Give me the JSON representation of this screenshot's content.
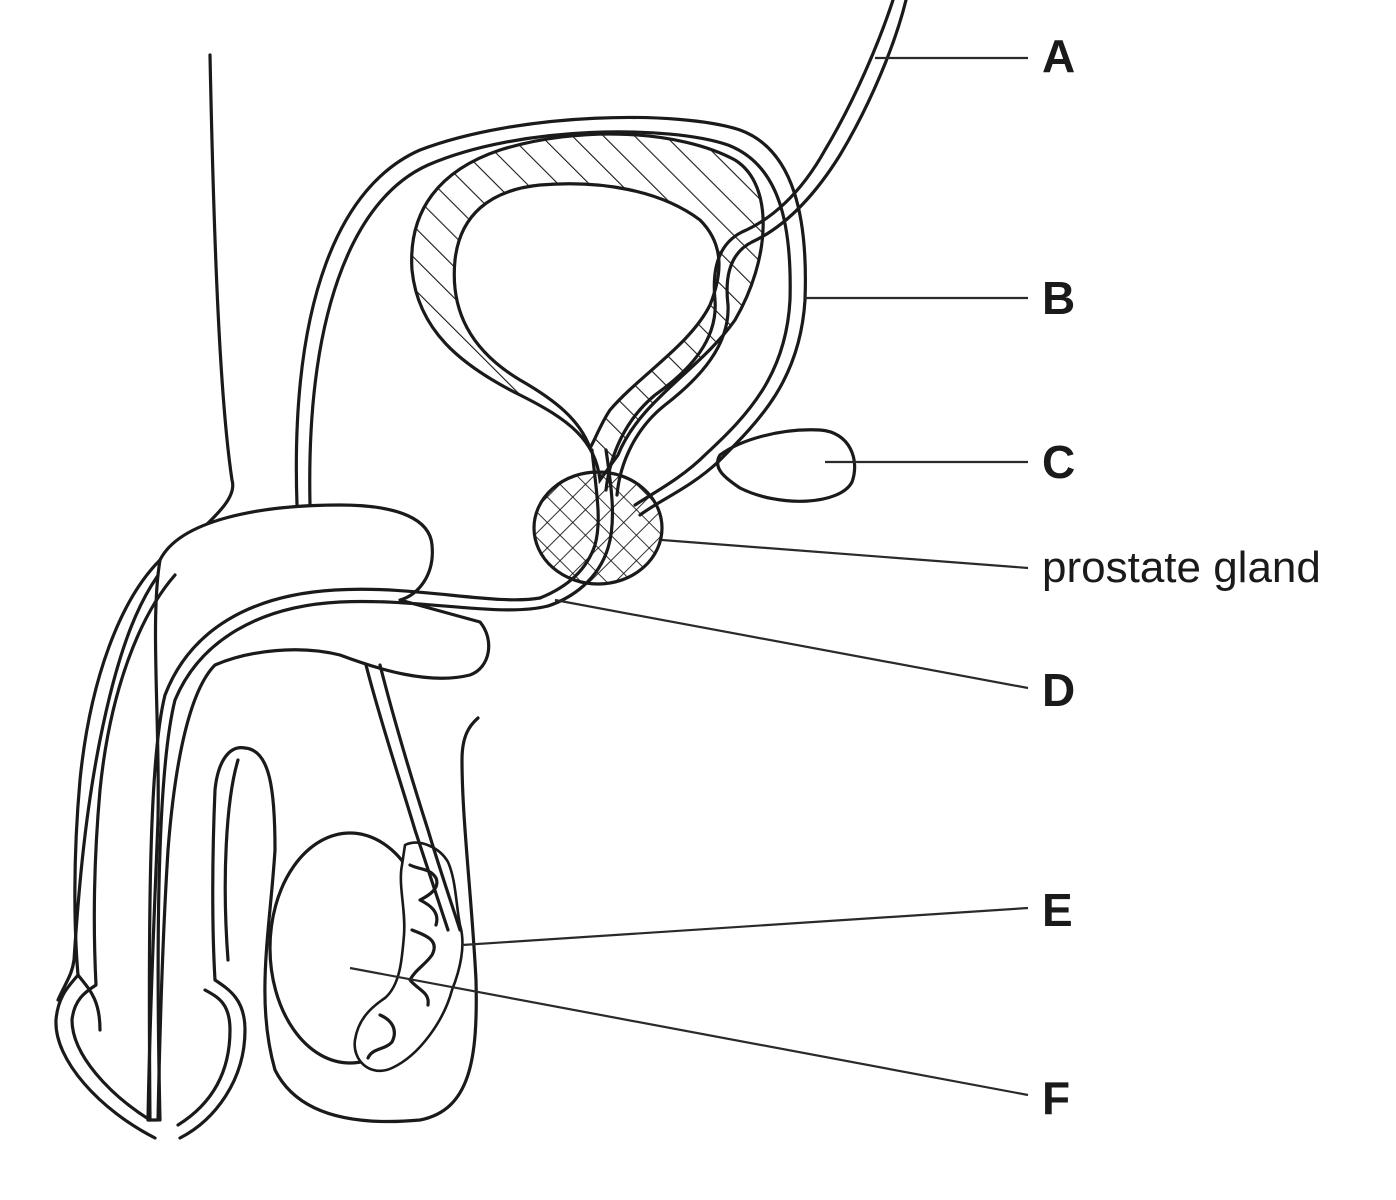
{
  "labels": {
    "a": "A",
    "b": "B",
    "c": "C",
    "prostate": "prostate gland",
    "d": "D",
    "e": "E",
    "f": "F"
  },
  "colors": {
    "stroke": "#1a1a1a",
    "background": "#ffffff"
  }
}
